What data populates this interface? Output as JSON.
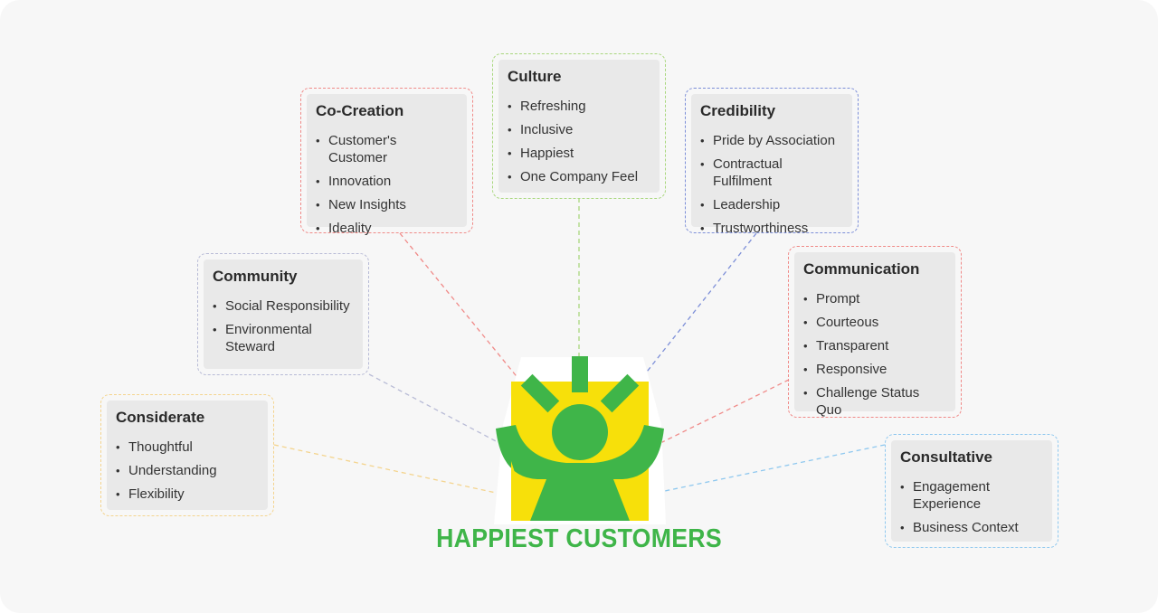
{
  "center": {
    "title": "HAPPIEST CUSTOMERS"
  },
  "colors": {
    "green": "#3fb549",
    "yellow": "#f7e00a",
    "red": "#f08a88",
    "lime": "#a9d77e",
    "blue": "#7d8fd8",
    "lavender": "#b8bbd6",
    "orange": "#f4d48e",
    "sky": "#8fc8ef"
  },
  "nodes": {
    "culture": {
      "title": "Culture",
      "items": [
        "Refreshing",
        "Inclusive",
        "Happiest",
        "One Company Feel"
      ]
    },
    "cocreation": {
      "title": "Co-Creation",
      "items": [
        "Customer's Customer",
        "Innovation",
        "New Insights",
        "Ideality"
      ]
    },
    "credibility": {
      "title": "Credibility",
      "items": [
        "Pride by Association",
        "Contractual Fulfilment",
        "Leadership",
        "Trustworthiness"
      ]
    },
    "community": {
      "title": "Community",
      "items": [
        "Social Responsibility",
        "Environmental Steward"
      ]
    },
    "communication": {
      "title": "Communication",
      "items": [
        "Prompt",
        "Courteous",
        "Transparent",
        "Responsive",
        "Challenge Status Quo"
      ]
    },
    "considerate": {
      "title": "Considerate",
      "items": [
        "Thoughtful",
        "Understanding",
        "Flexibility"
      ]
    },
    "consultative": {
      "title": "Consultative",
      "items": [
        "Engagement Experience",
        "Business Context"
      ]
    }
  }
}
